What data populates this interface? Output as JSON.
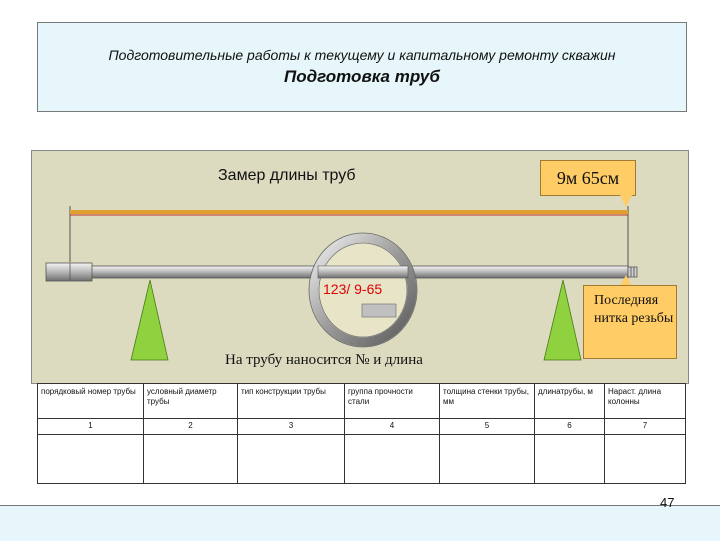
{
  "header": {
    "line1": "Подготовительные работы к текущему и капитальному ремонту скважин",
    "line2": "Подготовка труб"
  },
  "scene": {
    "title": "Замер длины труб",
    "measurement": "9м 65см",
    "pipe_number": "123/ 9-65",
    "last_thread_label": "Последняя нитка резьбы",
    "caption": "На трубу наносится № и длина"
  },
  "table": {
    "headers": [
      "порядковый номер трубы",
      "условный диаметр трубы",
      "тип конструкции трубы",
      "группа прочности стали",
      "толщина стенки трубы, мм",
      "длинатрубы, м",
      "Нараст. длина колонны"
    ],
    "numbers": [
      "1",
      "2",
      "3",
      "4",
      "5",
      "6",
      "7"
    ]
  },
  "footer": {
    "page_number": "47"
  },
  "colors": {
    "header_bg": "#e6f6fa",
    "scene_bg": "#dcdbc0",
    "callout": "#ffcc66",
    "support_green": "#8fd13f",
    "pipe_number_red": "#e00000"
  }
}
